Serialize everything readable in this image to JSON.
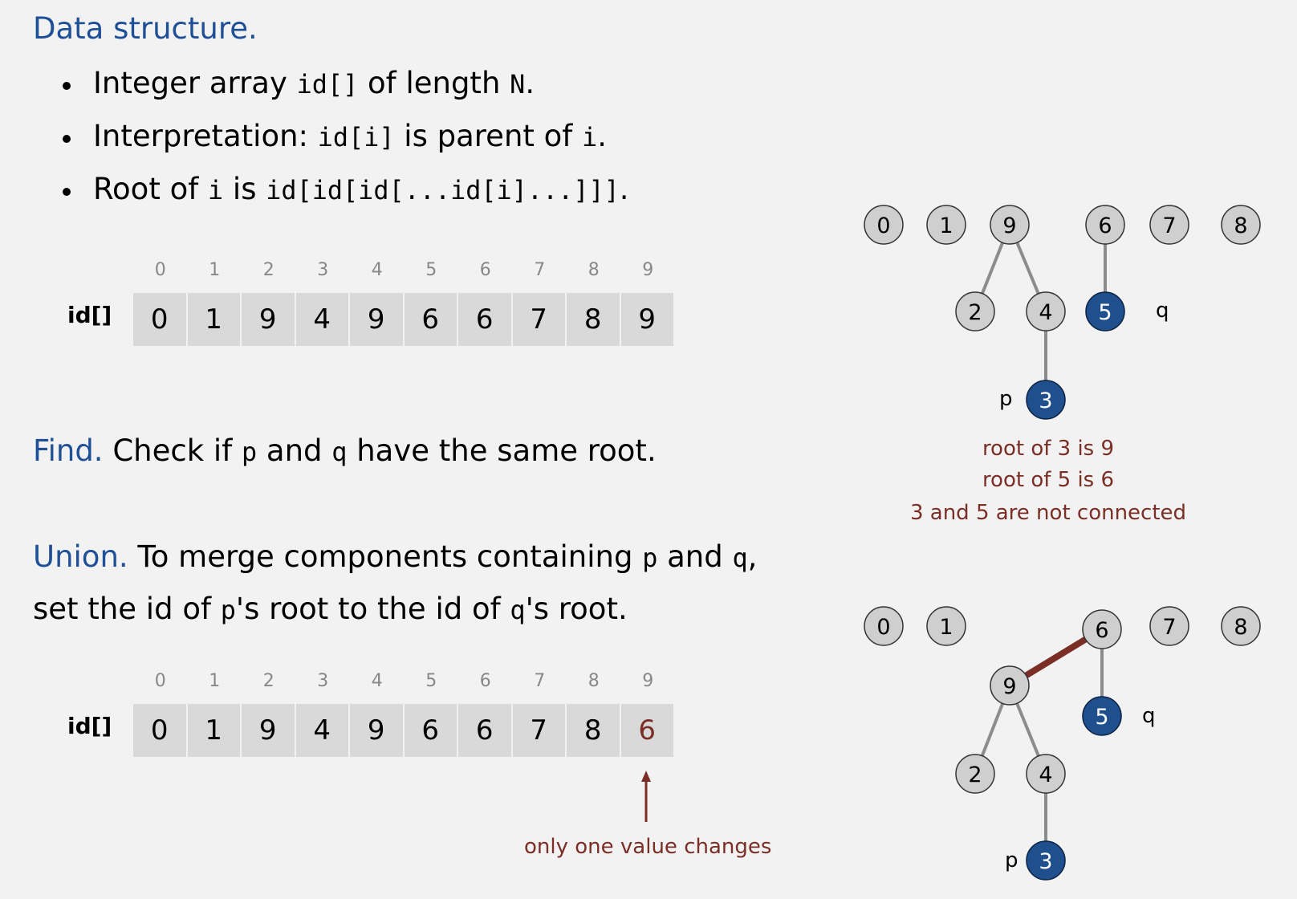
{
  "data_structure": {
    "heading": "Data structure.",
    "bullet1_a": "Integer array ",
    "bullet1_code1": "id[]",
    "bullet1_b": " of length ",
    "bullet1_code2": "N",
    "bullet1_c": ".",
    "bullet2_a": "Interpretation:  ",
    "bullet2_code1": "id[i]",
    "bullet2_b": " is parent of ",
    "bullet2_code2": "i",
    "bullet2_c": ".",
    "bullet3_a": "Root of ",
    "bullet3_code1": "i",
    "bullet3_b": " is ",
    "bullet3_code2": "id[id[id[...id[i]...]]]",
    "bullet3_c": "."
  },
  "array_top": {
    "label": "id[]",
    "indices": [
      "0",
      "1",
      "2",
      "3",
      "4",
      "5",
      "6",
      "7",
      "8",
      "9"
    ],
    "values": [
      "0",
      "1",
      "9",
      "4",
      "9",
      "6",
      "6",
      "7",
      "8",
      "9"
    ]
  },
  "find": {
    "heading": "Find.",
    "text_a": "  Check if ",
    "code_p": "p",
    "text_b": " and ",
    "code_q": "q",
    "text_c": " have the same root."
  },
  "union": {
    "heading": "Union.",
    "text_a": "  To merge components containing ",
    "code_p": "p",
    "text_b": " and ",
    "code_q": "q",
    "text_c": ",",
    "line2_a": "set the id of ",
    "line2_code_p": "p",
    "line2_b": "'s root to the id of ",
    "line2_code_q": "q",
    "line2_c": "'s root."
  },
  "array_bottom": {
    "label": "id[]",
    "indices": [
      "0",
      "1",
      "2",
      "3",
      "4",
      "5",
      "6",
      "7",
      "8",
      "9"
    ],
    "values": [
      "0",
      "1",
      "9",
      "4",
      "9",
      "6",
      "6",
      "7",
      "8",
      "6"
    ],
    "changed_index": 9,
    "note": "only one value changes"
  },
  "tree_top": {
    "labels": [
      "0",
      "1",
      "9",
      "6",
      "7",
      "8",
      "2",
      "4",
      "5",
      "3"
    ],
    "p_label": "p",
    "q_label": "q",
    "notes": [
      "root of 3 is 9",
      "root of 5 is 6",
      "3 and 5 are not connected"
    ]
  },
  "tree_bottom": {
    "labels": [
      "0",
      "1",
      "6",
      "7",
      "8",
      "9",
      "5",
      "2",
      "4",
      "3"
    ],
    "p_label": "p",
    "q_label": "q"
  },
  "colors": {
    "heading": "#1f4f96",
    "highlight_node": "#1f4f8c",
    "accent_red": "#7a2e26",
    "node_fill": "#cfcfcf"
  }
}
